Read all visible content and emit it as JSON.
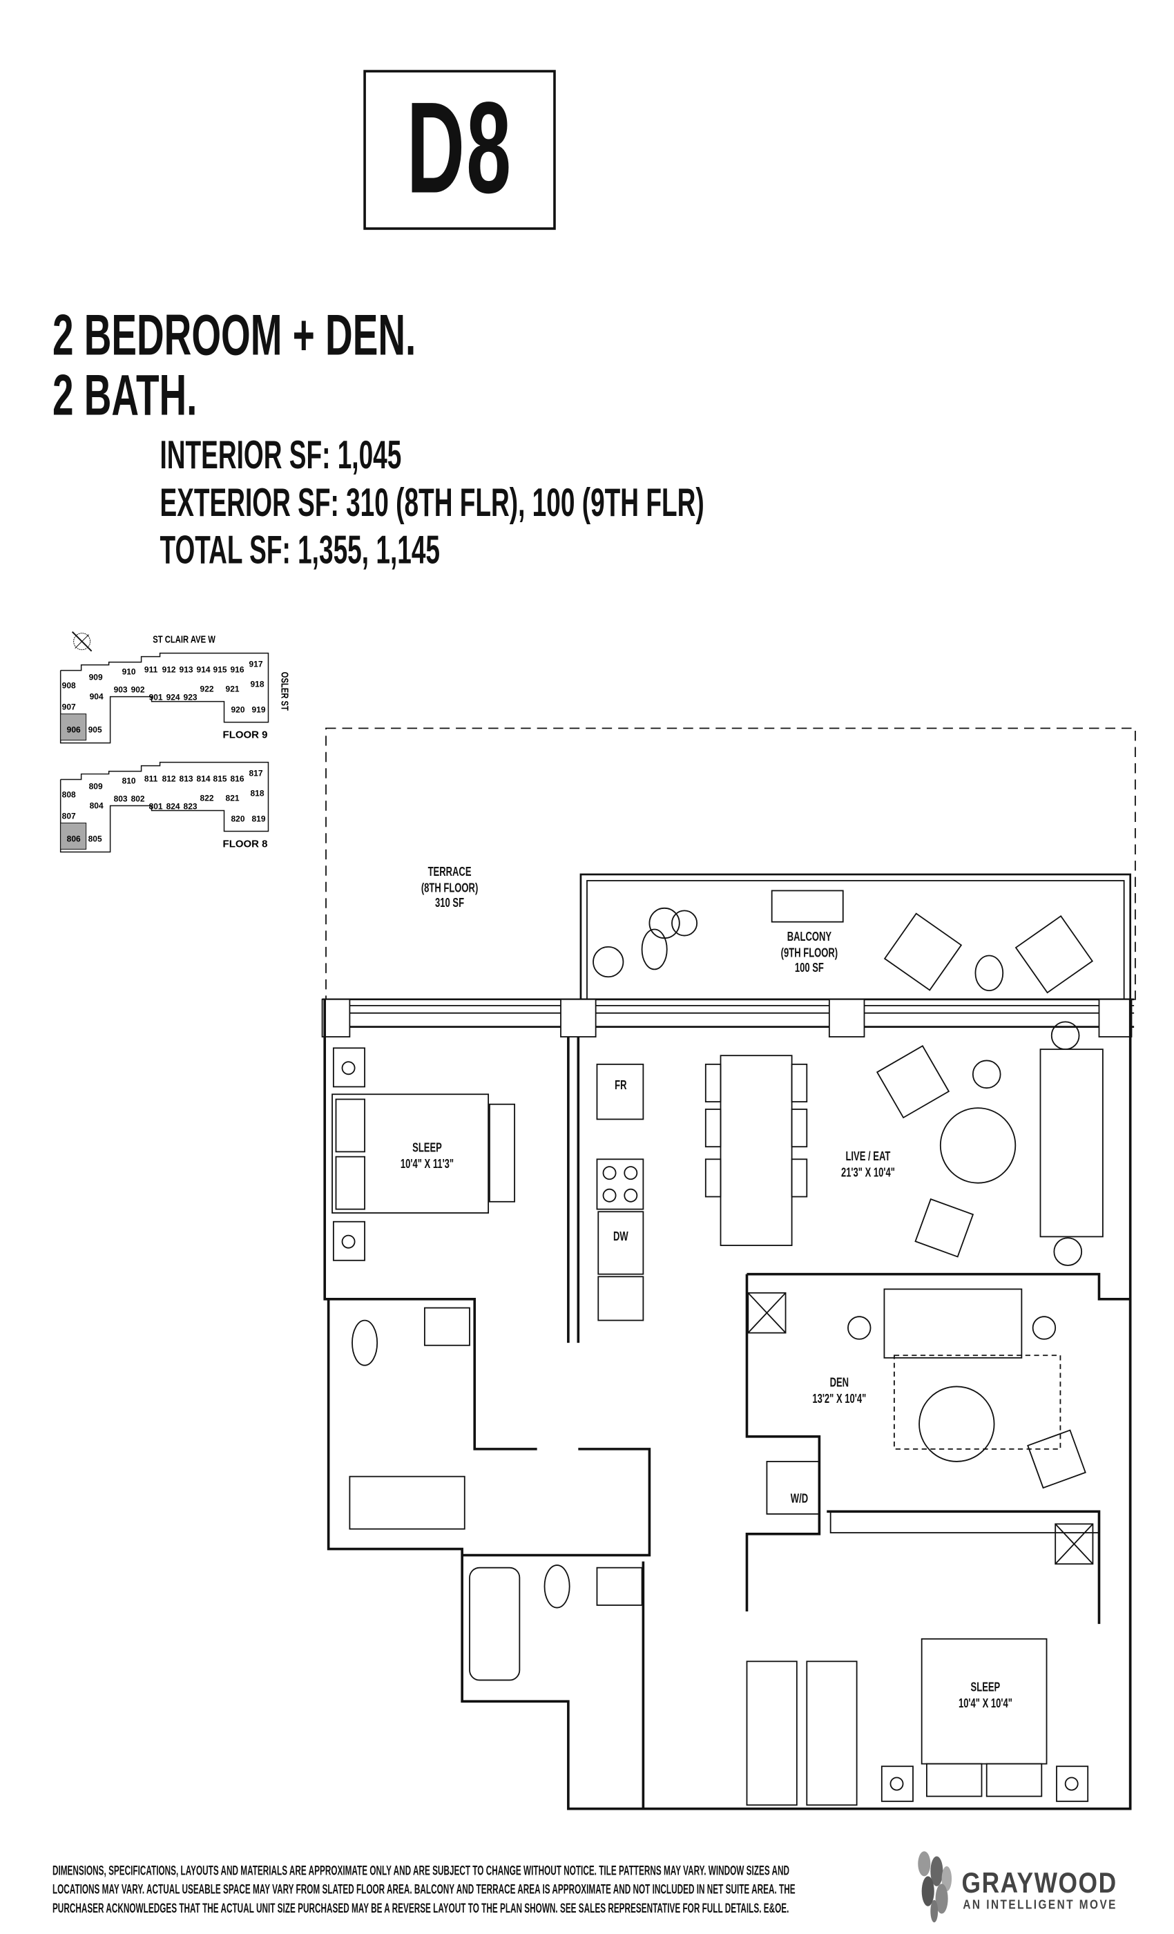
{
  "unit": {
    "code": "D8"
  },
  "summary": {
    "bedrooms": "2 BEDROOM + DEN.",
    "baths": "2 BATH.",
    "interior": "INTERIOR SF: 1,045",
    "exterior": "EXTERIOR SF: 310 (8TH FLR), 100 (9TH FLR)",
    "total": "TOTAL SF: 1,355, 1,145"
  },
  "keyplan": {
    "street_north": "ST CLAIR AVE W",
    "street_east": "OSLER ST",
    "highlight_color": "#a9a9a9",
    "floors": [
      {
        "label": "FLOOR 9",
        "highlighted": "906",
        "units": [
          "908",
          "909",
          "910",
          "911",
          "912",
          "913",
          "914",
          "915",
          "916",
          "917",
          "918",
          "903",
          "902",
          "904",
          "901",
          "924",
          "923",
          "922",
          "921",
          "920",
          "919",
          "907",
          "906",
          "905"
        ]
      },
      {
        "label": "FLOOR 8",
        "highlighted": "806",
        "units": [
          "808",
          "809",
          "810",
          "811",
          "812",
          "813",
          "814",
          "815",
          "816",
          "817",
          "818",
          "803",
          "802",
          "804",
          "801",
          "824",
          "823",
          "822",
          "821",
          "820",
          "819",
          "807",
          "806",
          "805"
        ]
      }
    ]
  },
  "rooms": {
    "terrace": {
      "name": "TERRACE",
      "floor": "(8TH FLOOR)",
      "area": "310 SF"
    },
    "balcony": {
      "name": "BALCONY",
      "floor": "(9TH FLOOR)",
      "area": "100 SF"
    },
    "sleep1": {
      "name": "SLEEP",
      "dims": "10'4\" X 11'3\""
    },
    "live": {
      "name": "LIVE / EAT",
      "dims": "21'3\" X 10'4\""
    },
    "den": {
      "name": "DEN",
      "dims": "13'2\" X 10'4\""
    },
    "sleep2": {
      "name": "SLEEP",
      "dims": "10'4\" X 10'4\""
    },
    "fridge": "FR",
    "dishwasher": "DW",
    "washer_dryer": "W/D"
  },
  "disclaimer": [
    "DIMENSIONS, SPECIFICATIONS, LAYOUTS AND MATERIALS ARE APPROXIMATE ONLY AND ARE SUBJECT TO CHANGE WITHOUT NOTICE. TILE PATTERNS MAY VARY. WINDOW SIZES AND",
    "LOCATIONS MAY VARY. ACTUAL USEABLE SPACE MAY VARY FROM SLATED FLOOR AREA. BALCONY AND TERRACE AREA IS APPROXIMATE AND NOT INCLUDED IN NET SUITE AREA. THE",
    "PURCHASER ACKNOWLEDGES THAT THE ACTUAL UNIT SIZE PURCHASED MAY BE A REVERSE LAYOUT TO THE PLAN SHOWN. SEE SALES REPRESENTATIVE FOR FULL DETAILS. E&OE."
  ],
  "brand": {
    "name": "GRAYWOOD",
    "tagline": "AN INTELLIGENT MOVE",
    "color": "#444444"
  }
}
